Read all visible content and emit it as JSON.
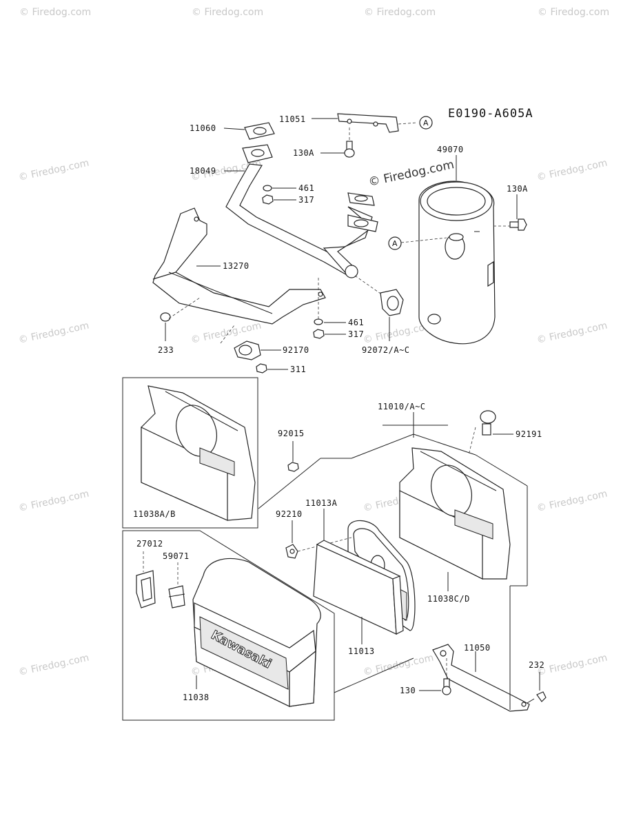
{
  "diagram_code": "E0190-A605A",
  "watermark": "© Firedog.com",
  "reference_marker": "A",
  "brand_text": "Kawasaki",
  "parts": {
    "p11060": "11060",
    "p11051": "11051",
    "p130A_top": "130A",
    "p49070": "49070",
    "p130A_right": "130A",
    "p18049": "18049",
    "p461_top": "461",
    "p317_top": "317",
    "p13270": "13270",
    "p233": "233",
    "p461_mid": "461",
    "p317_mid": "317",
    "p92072": "92072/A~C",
    "p92170": "92170",
    "p311": "311",
    "p11010": "11010/A~C",
    "p92015": "92015",
    "p92191": "92191",
    "p11038AB": "11038A/B",
    "p11013A": "11013A",
    "p92210": "92210",
    "p27012": "27012",
    "p59071": "59071",
    "p11038CD": "11038C/D",
    "p11013": "11013",
    "p11050": "11050",
    "p232": "232",
    "p130_bottom": "130",
    "p11038": "11038"
  }
}
